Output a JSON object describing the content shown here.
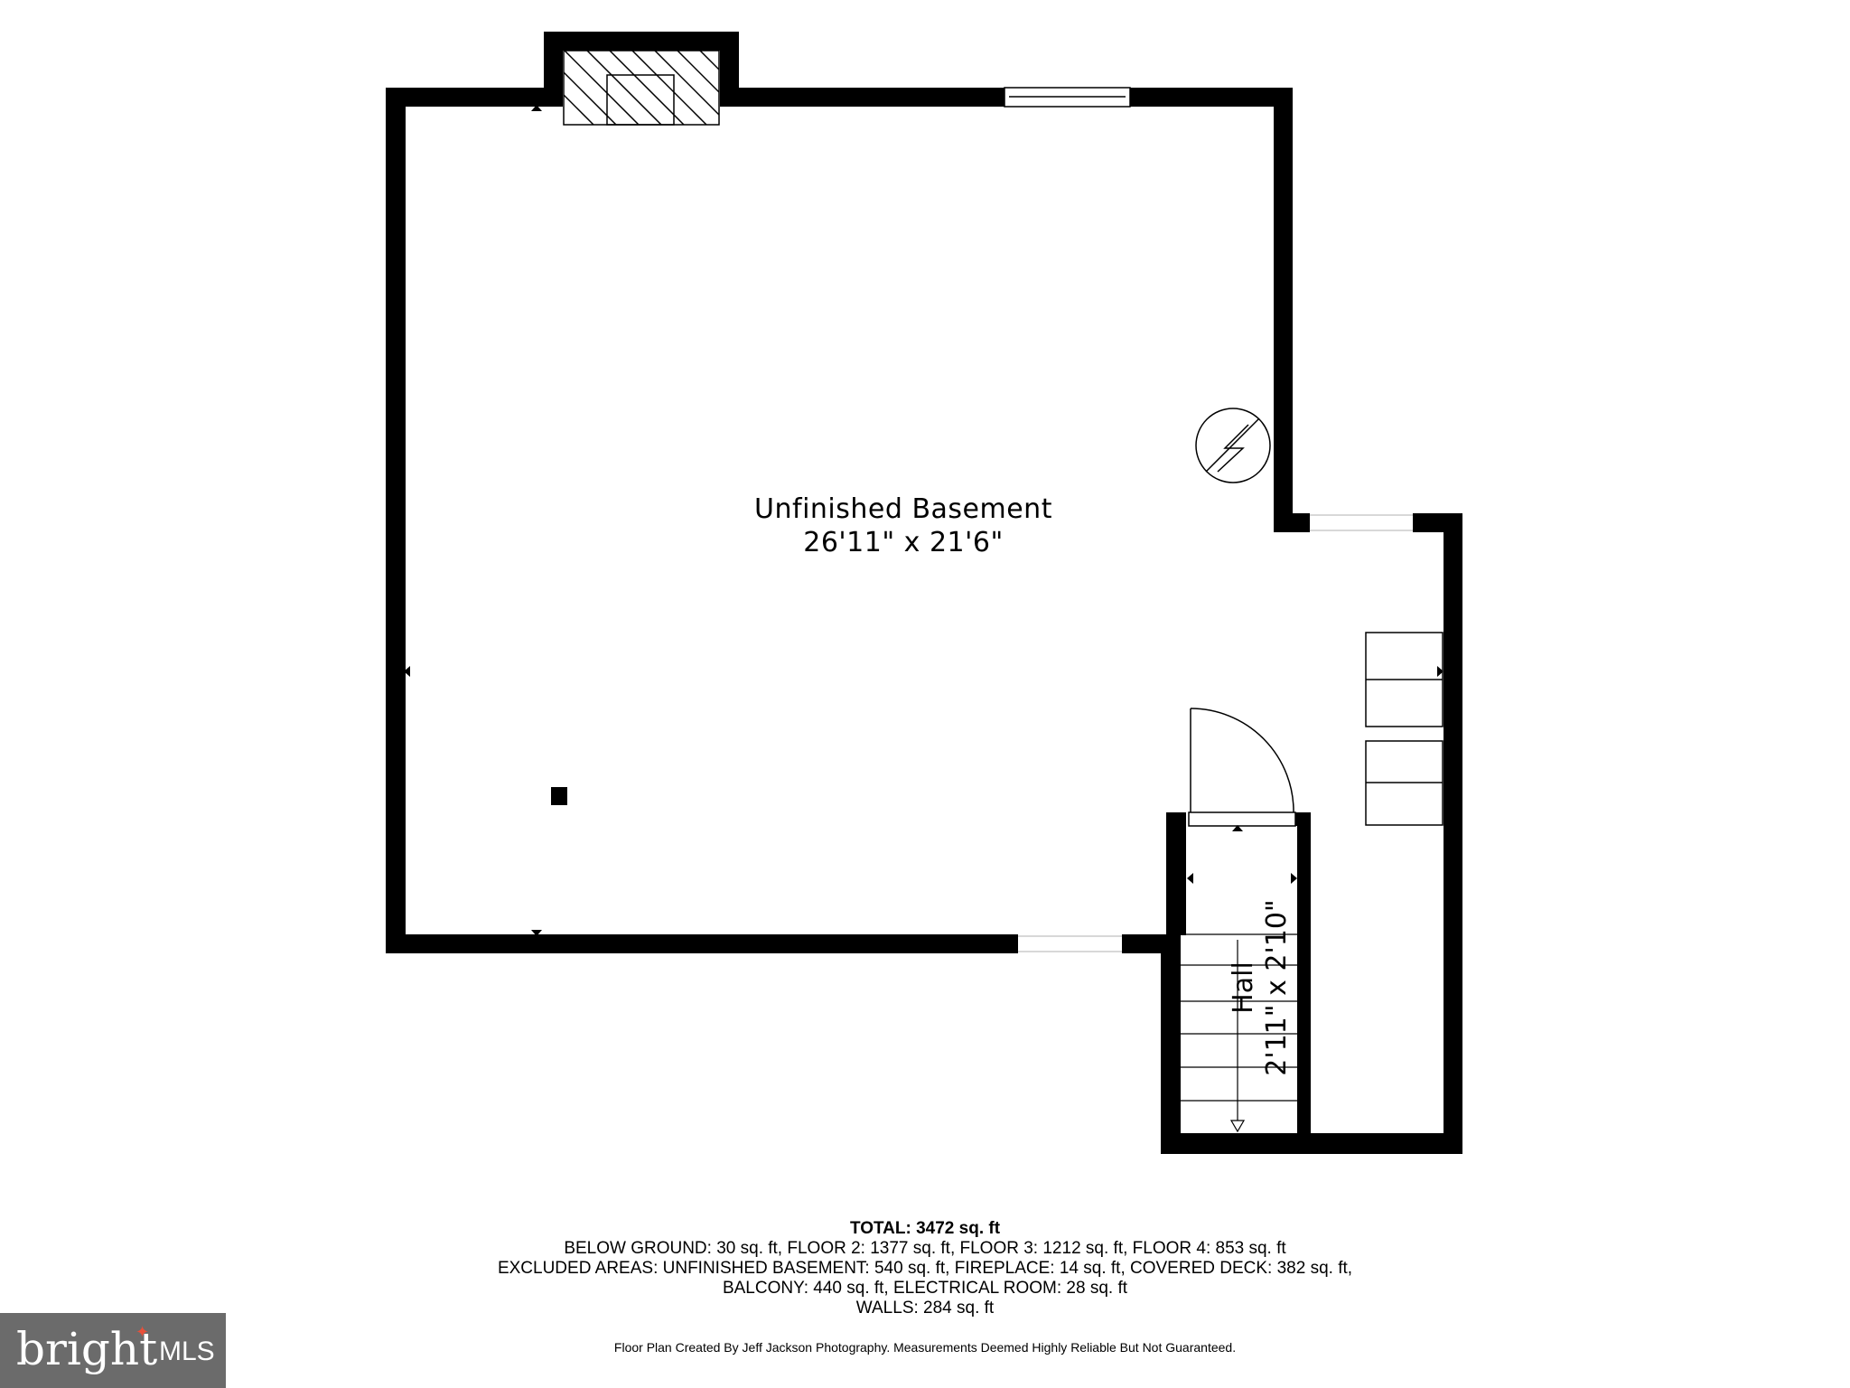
{
  "rooms": {
    "basement": {
      "name": "Unfinished Basement",
      "dimensions": "26'11\" x 21'6\""
    },
    "hall": {
      "name": "Hall",
      "dimensions": "2'11\" x 2'10\""
    }
  },
  "summary": {
    "total": "TOTAL: 3472 sq. ft",
    "line1": "BELOW GROUND: 30 sq. ft, FLOOR 2: 1377 sq. ft, FLOOR 3: 1212 sq. ft, FLOOR 4: 853 sq. ft",
    "line2": "EXCLUDED AREAS: UNFINISHED BASEMENT: 540 sq. ft, FIREPLACE: 14 sq. ft, COVERED DECK: 382 sq. ft,",
    "line3": "BALCONY: 440 sq. ft, ELECTRICAL ROOM: 28 sq. ft",
    "line4": "WALLS: 284 sq. ft"
  },
  "credit": "Floor Plan Created By Jeff Jackson Photography. Measurements Deemed Highly Reliable But Not Guaranteed.",
  "logo": {
    "word": "bright",
    "suffix": "MLS"
  },
  "colors": {
    "wall": "#000000",
    "logo_bg": "#6b6b6b",
    "logo_accent": "#e8503a"
  }
}
